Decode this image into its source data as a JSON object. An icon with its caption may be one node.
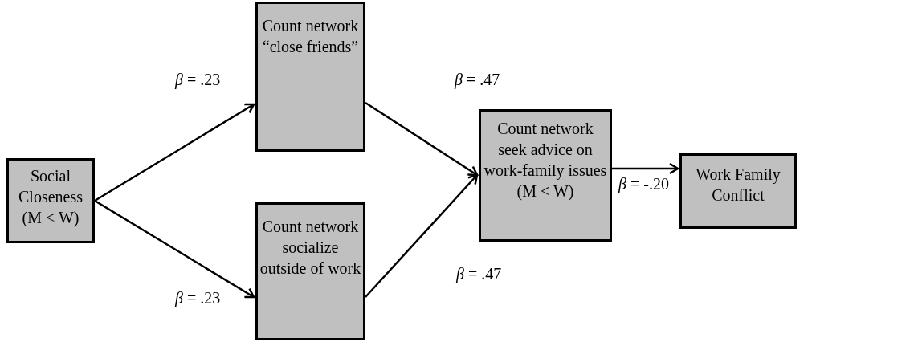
{
  "diagram": {
    "nodes": [
      {
        "text": [
          "Social Closeness (M < W)"
        ]
      },
      {
        "text": [
          "Count network “close friends”"
        ]
      },
      {
        "text": [
          "Count network socialize outside of work"
        ]
      },
      {
        "text": [
          "Count network seek advice on work-family issues (M < W)"
        ]
      },
      {
        "text": [
          "Work Family Conflict"
        ]
      }
    ],
    "edges": [
      {
        "from": 0,
        "to": 1,
        "arrow": "to",
        "label": "*β* = .23"
      },
      {
        "from": 0,
        "to": 2,
        "arrow": "to",
        "label": "*β* = .23"
      },
      {
        "from": 1,
        "to": 3,
        "arrow": "to",
        "label": "*β* = .47"
      },
      {
        "from": 2,
        "to": 3,
        "arrow": "to",
        "label": "*β* = .47"
      },
      {
        "from": 3,
        "to": 4,
        "arrow": "to",
        "label": "*β* = -.20"
      }
    ]
  }
}
